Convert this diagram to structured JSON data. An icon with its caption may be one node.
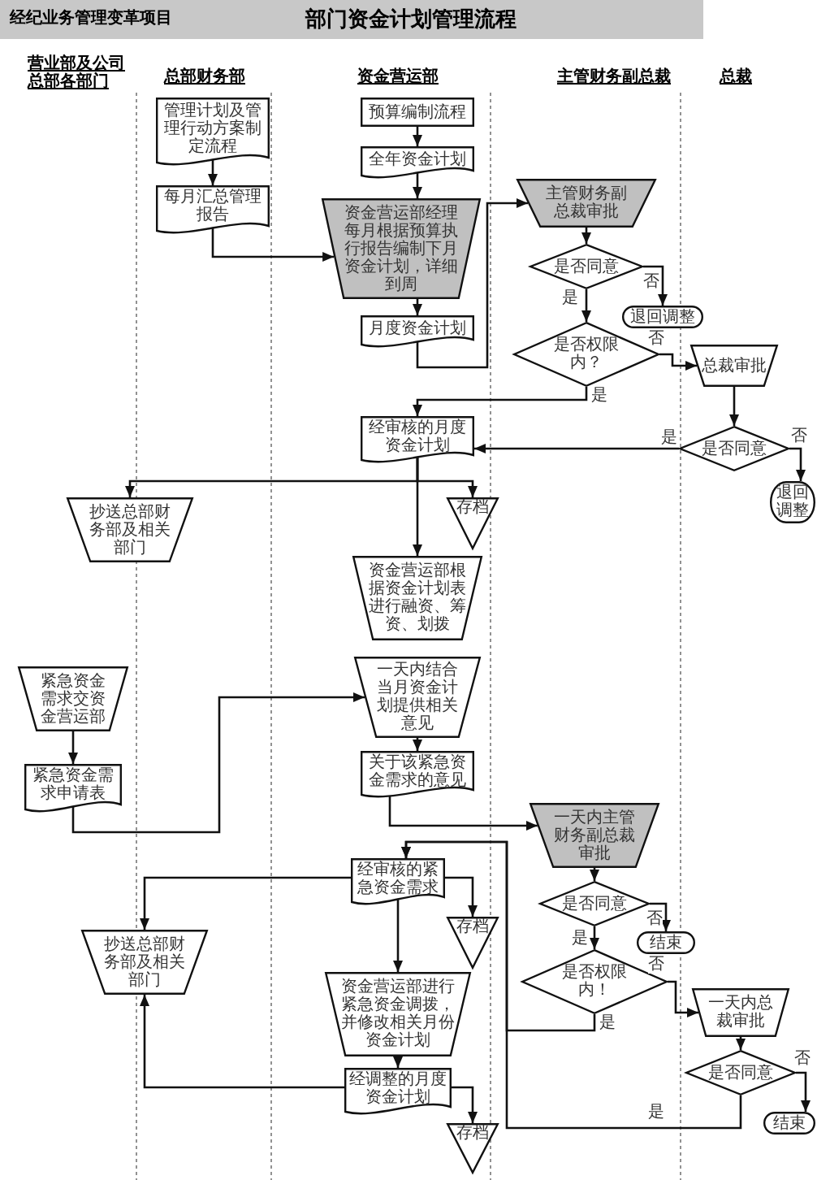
{
  "diagram": {
    "title": "部门资金计划管理流程",
    "nodes": [
      {
        "text": [
          "管理计划及管理行动方案制定流程"
        ]
      },
      {
        "text": [
          "预算编制流程"
        ]
      },
      {
        "text": [
          "每月汇总管理报告"
        ]
      },
      {
        "text": [
          "全年资金计划"
        ]
      },
      {
        "text": [
          "资金营运部经理每月根据预算执行报告编制下月资金计划，详细到周"
        ]
      },
      {
        "text": [
          "主管财务副总裁审批"
        ]
      },
      {
        "text": [
          "是否同意"
        ]
      },
      {
        "text": [
          "退回调整"
        ]
      },
      {
        "text": [
          "月度资金计划"
        ]
      },
      {
        "text": [
          "是否权限内？"
        ]
      },
      {
        "text": [
          "总裁审批"
        ]
      },
      {
        "text": [
          "经审核的月度资金计划"
        ]
      },
      {
        "text": [
          "是否同意"
        ]
      },
      {
        "text": [
          "退回调整"
        ]
      },
      {
        "text": [
          "抄送总部财务部及相关部门"
        ]
      },
      {
        "text": [
          "存档"
        ]
      },
      {
        "text": [
          "资金营运部根据资金计划表进行融资、筹资、划拨"
        ]
      },
      {
        "text": [
          "紧急资金需求交资金营运部"
        ]
      },
      {
        "text": [
          "一天内结合当月资金计划提供相关意见"
        ]
      },
      {
        "text": [
          "关于该紧急资金需求的意见"
        ]
      },
      {
        "text": [
          "紧急资金需求申请表"
        ]
      },
      {
        "text": [
          "一天内主管财务副总裁审批"
        ]
      },
      {
        "text": [
          "经审核的紧急资金需求"
        ]
      },
      {
        "text": [
          "是否同意"
        ]
      },
      {
        "text": [
          "结束"
        ]
      },
      {
        "text": [
          "抄送总部财务部及相关部门"
        ]
      },
      {
        "text": [
          "存档"
        ]
      },
      {
        "text": [
          "资金营运部进行紧急资金调拨，并修改相关月份资金计划"
        ]
      },
      {
        "text": [
          "是否权限内！"
        ]
      },
      {
        "text": [
          "一天内总裁审批"
        ]
      },
      {
        "text": [
          "经调整的月度资金计划"
        ]
      },
      {
        "text": [
          "存档"
        ]
      },
      {
        "text": [
          "是否同意"
        ]
      },
      {
        "text": [
          "结束"
        ]
      }
    ],
    "edges": [
      {
        "from": 0,
        "to": 2,
        "arrow": "to"
      },
      {
        "from": 1,
        "to": 3,
        "arrow": "to"
      },
      {
        "from": 3,
        "to": 4,
        "arrow": "to"
      },
      {
        "from": 2,
        "to": 4,
        "arrow": "to"
      },
      {
        "from": 4,
        "to": 8,
        "arrow": "to"
      },
      {
        "from": 8,
        "to": 5,
        "arrow": "to"
      },
      {
        "from": 5,
        "to": 6,
        "arrow": "to"
      },
      {
        "from": 6,
        "to": 7,
        "arrow": "to",
        "label": "否"
      },
      {
        "from": 6,
        "to": 9,
        "arrow": "to",
        "label": "是"
      },
      {
        "from": 9,
        "to": 10,
        "arrow": "to",
        "label": "否"
      },
      {
        "from": 9,
        "to": 11,
        "arrow": "to",
        "label": "是"
      },
      {
        "from": 10,
        "to": 12,
        "arrow": "to"
      },
      {
        "from": 12,
        "to": 11,
        "arrow": "to",
        "label": "是"
      },
      {
        "from": 12,
        "to": 13,
        "arrow": "to",
        "label": "否"
      },
      {
        "from": 11,
        "to": 16,
        "arrow": "to"
      },
      {
        "from": 11,
        "to": 14,
        "arrow": "to"
      },
      {
        "from": 11,
        "to": 15,
        "arrow": "to"
      },
      {
        "from": 17,
        "to": 20,
        "arrow": "to"
      },
      {
        "from": 20,
        "to": 18,
        "arrow": "to"
      },
      {
        "from": 18,
        "to": 19,
        "arrow": "to"
      },
      {
        "from": 19,
        "to": 21,
        "arrow": "to"
      },
      {
        "from": 21,
        "to": 23,
        "arrow": "to"
      },
      {
        "from": 23,
        "to": 24,
        "arrow": "to",
        "label": "否"
      },
      {
        "from": 23,
        "to": 28,
        "arrow": "to",
        "label": "是"
      },
      {
        "from": 28,
        "to": 29,
        "arrow": "to",
        "label": "否"
      },
      {
        "from": 28,
        "to": 22,
        "arrow": "to",
        "label": "是"
      },
      {
        "from": 29,
        "to": 32,
        "arrow": "to"
      },
      {
        "from": 32,
        "to": 33,
        "arrow": "to",
        "label": "否"
      },
      {
        "from": 32,
        "to": 22,
        "arrow": "to",
        "label": "是"
      },
      {
        "from": 22,
        "to": 25,
        "arrow": "to"
      },
      {
        "from": 22,
        "to": 26,
        "arrow": "to"
      },
      {
        "from": 22,
        "to": 27,
        "arrow": "to"
      },
      {
        "from": 27,
        "to": 30,
        "arrow": "to"
      },
      {
        "from": 30,
        "to": 25,
        "arrow": "to"
      },
      {
        "from": 30,
        "to": 31,
        "arrow": "to"
      }
    ],
    "labels": [
      "经纪业务管理变革项目",
      "营业部及公司总部各部门",
      "总部财务部",
      "资金营运部",
      "主管财务副总裁",
      "总裁"
    ]
  }
}
